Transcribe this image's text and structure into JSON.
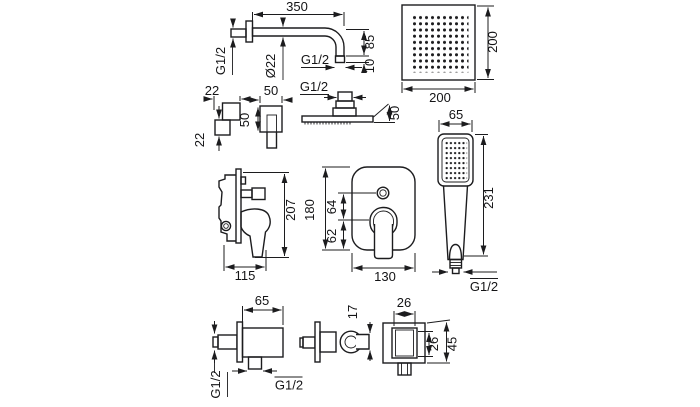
{
  "meta": {
    "type": "technical-dimension-drawing",
    "subject": "concealed shower set",
    "background_color": "#ffffff",
    "line_color": "#1c1c1e"
  },
  "parts": {
    "shower_arm": {
      "length": "350",
      "wall_thread": "G1/2",
      "diameter": "Ø22",
      "end_thread": "G1/2",
      "drop": "85",
      "end_height": "10"
    },
    "head_top": {
      "width": "200",
      "height": "200"
    },
    "head_side": {
      "thread": "G1/2",
      "height": "50"
    },
    "escutcheon_small": {
      "width": "22",
      "height": "22"
    },
    "escutcheon_square": {
      "width": "50",
      "height": "50"
    },
    "mixer_side": {
      "height": "207",
      "width": "115"
    },
    "mixer_front": {
      "height": "180",
      "knob_to_lever": "64",
      "lever_to_bottom": "62",
      "width": "130"
    },
    "hand_shower": {
      "width": "65",
      "height": "231",
      "thread": "G1/2"
    },
    "elbow": {
      "width": "65",
      "side_thread": "G1/2",
      "bottom_thread": "G1/2"
    },
    "holder_side": {
      "hook_size": "17"
    },
    "holder_front": {
      "top_width": "26",
      "inner_height": "26",
      "height": "45"
    }
  }
}
